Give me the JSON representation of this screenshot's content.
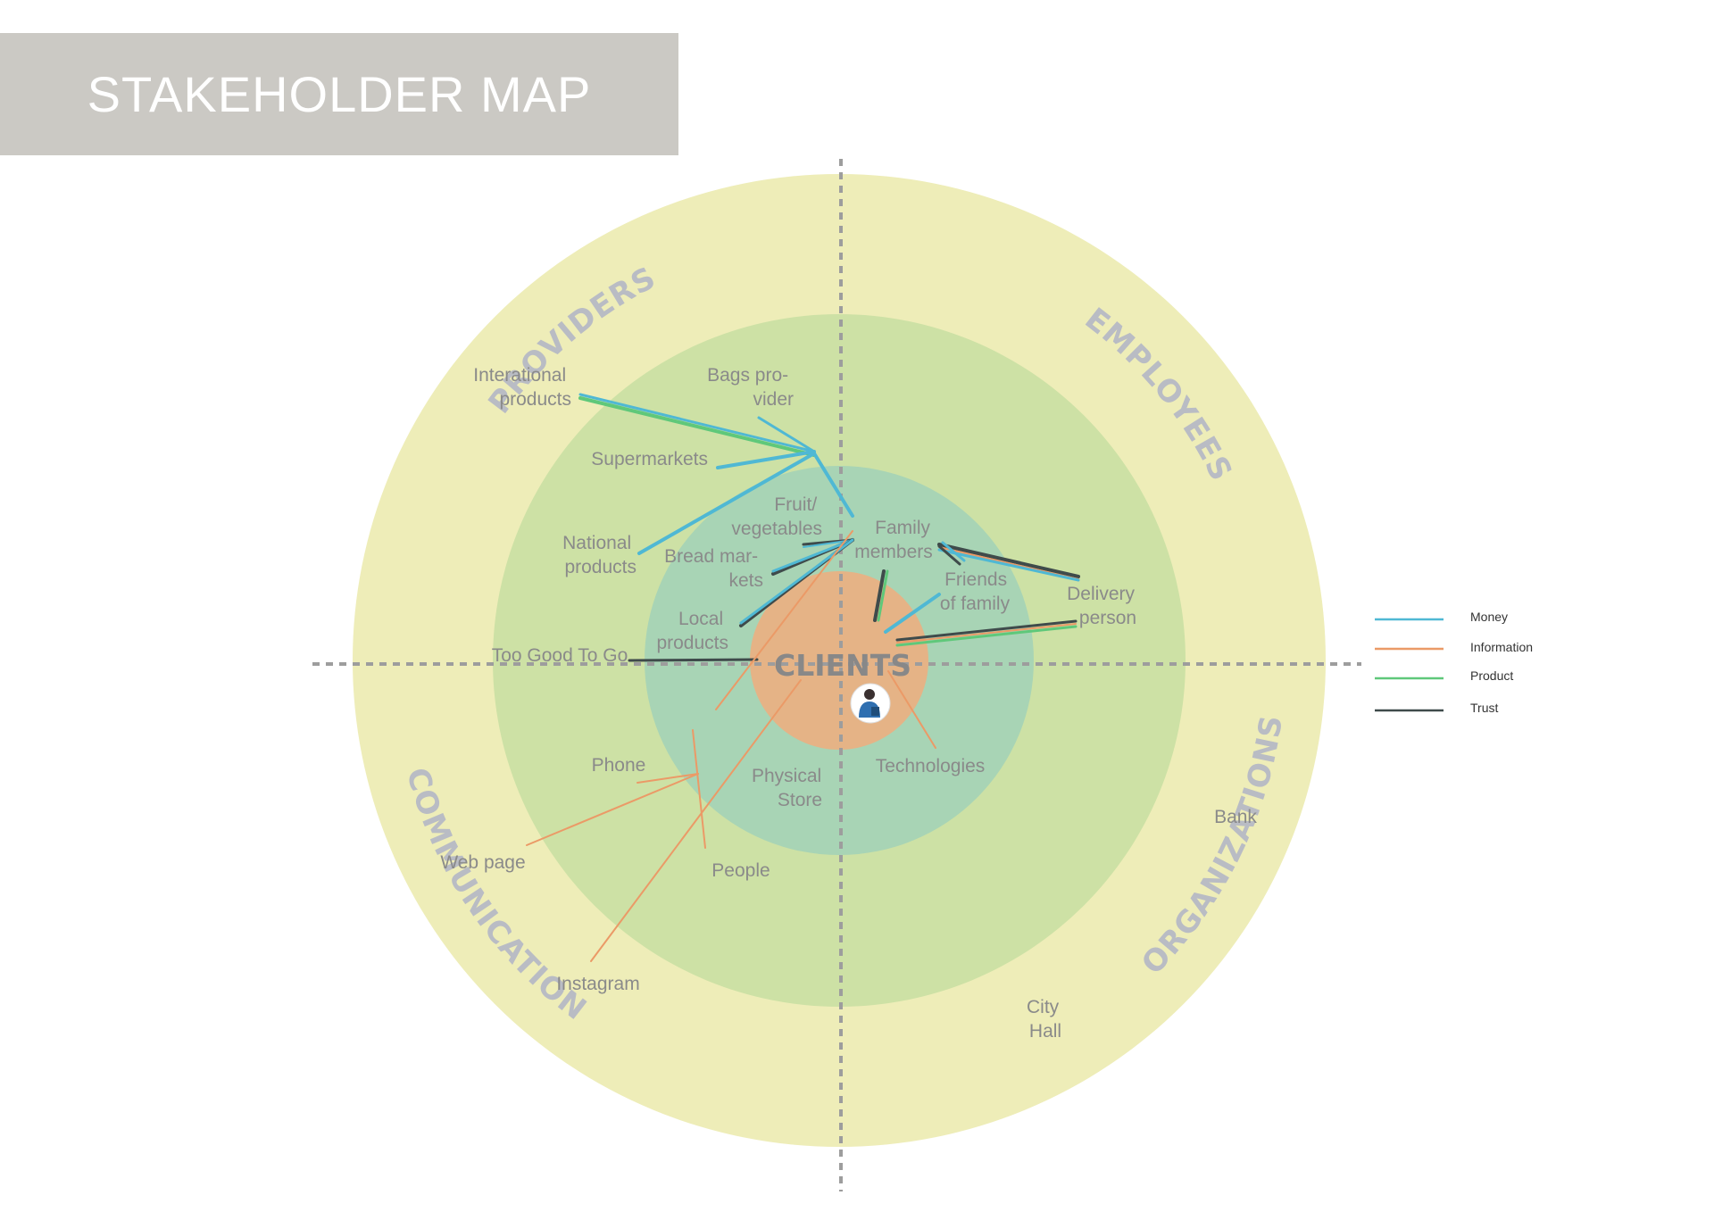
{
  "title": "STAKEHOLDER MAP",
  "center": {
    "label": "CLIENTS",
    "icon": "client-person-icon"
  },
  "quadrants": {
    "top_left": "PROVIDERS",
    "top_right": "EMPLOYEES",
    "bottom_left": "COMMUNICATION",
    "bottom_right": "ORGANIZATIONS"
  },
  "ring_colors": {
    "outer": "#eeedb8",
    "middle": "#cde1a5",
    "inner": "#a8d4b5",
    "core": "#e5b386"
  },
  "stakeholders": {
    "interational_products": [
      "Interational",
      "products"
    ],
    "bags_provider": [
      "Bags pro-",
      "vider"
    ],
    "supermarkets": [
      "Supermarkets"
    ],
    "fruit_vegetables": [
      "Fruit/",
      "vegetables"
    ],
    "national_products": [
      "National",
      "products"
    ],
    "bread_markets": [
      "Bread mar-",
      "kets"
    ],
    "local_products": [
      "Local",
      "products"
    ],
    "family_members": [
      "Family",
      "members"
    ],
    "friends_of_family": [
      "Friends",
      "of family"
    ],
    "delivery_person": [
      "Delivery",
      "person"
    ],
    "too_good_to_go": [
      "Too Good To Go"
    ],
    "phone": [
      "Phone"
    ],
    "physical_store": [
      "Physical",
      "Store"
    ],
    "technologies": [
      "Technologies"
    ],
    "web_page": [
      "Web page"
    ],
    "people": [
      "People"
    ],
    "instagram": [
      "Instagram"
    ],
    "bank": [
      "Bank"
    ],
    "city_hall": [
      "City",
      "Hall"
    ]
  },
  "legend": [
    {
      "label": "Money",
      "color": "#4fb8d4"
    },
    {
      "label": "Information",
      "color": "#eb9a67"
    },
    {
      "label": "Product",
      "color": "#5fc87a"
    },
    {
      "label": "Trust",
      "color": "#3f4b4b"
    }
  ]
}
